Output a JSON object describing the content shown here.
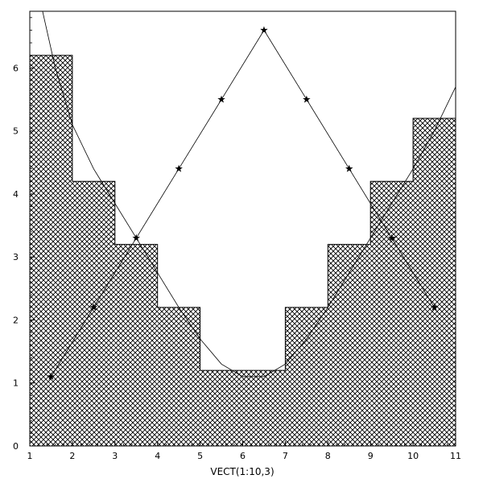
{
  "chart_data": {
    "type": "bar",
    "title": "",
    "xlabel": "VECT(1:10,3)",
    "ylabel": "",
    "xlim": [
      1,
      11
    ],
    "ylim": [
      0,
      6.9
    ],
    "grid": false,
    "xticks": [
      "1",
      "2",
      "3",
      "4",
      "5",
      "6",
      "7",
      "8",
      "9",
      "10",
      "11"
    ],
    "yticks": [
      "0",
      "1",
      "2",
      "3",
      "4",
      "5",
      "6"
    ],
    "bins": [
      {
        "x0": 1,
        "x1": 2,
        "value": 6.2
      },
      {
        "x0": 2,
        "x1": 3,
        "value": 4.2
      },
      {
        "x0": 3,
        "x1": 4,
        "value": 3.2
      },
      {
        "x0": 4,
        "x1": 5,
        "value": 2.2
      },
      {
        "x0": 5,
        "x1": 6,
        "value": 1.2
      },
      {
        "x0": 6,
        "x1": 7,
        "value": 1.2
      },
      {
        "x0": 7,
        "x1": 8,
        "value": 2.2
      },
      {
        "x0": 8,
        "x1": 9,
        "value": 3.2
      },
      {
        "x0": 9,
        "x1": 10,
        "value": 4.2
      },
      {
        "x0": 10,
        "x1": 11,
        "value": 5.2
      }
    ],
    "star_series": {
      "x": [
        1.5,
        2.5,
        3.5,
        4.5,
        5.5,
        6.5,
        7.5,
        8.5,
        9.5,
        10.5
      ],
      "left_values": [
        1.1,
        2.2,
        3.3,
        4.4,
        5.5,
        6.6
      ],
      "right_values": [
        5.5,
        4.4
      ],
      "lower_right_values": [
        3.3,
        2.2
      ]
    },
    "curve": {
      "x": [
        1.3,
        1.6,
        2,
        2.5,
        3,
        3.5,
        4,
        4.5,
        5,
        5.5,
        6,
        6.5,
        7,
        7.5,
        8,
        8.5,
        9,
        9.5,
        10,
        10.5,
        11
      ],
      "y": [
        6.9,
        6.0,
        5.1,
        4.4,
        3.85,
        3.3,
        2.75,
        2.2,
        1.7,
        1.3,
        1.1,
        1.1,
        1.3,
        1.7,
        2.2,
        2.75,
        3.3,
        3.85,
        4.4,
        5.0,
        5.7
      ]
    }
  }
}
